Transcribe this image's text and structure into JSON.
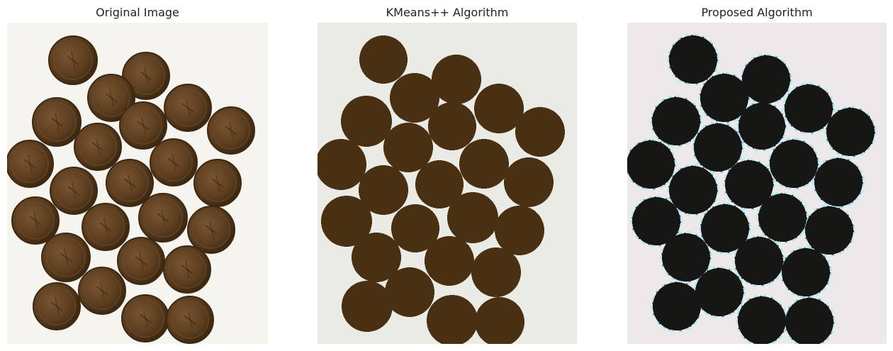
{
  "panels": [
    {
      "title": "Original Image",
      "background": "#f6f4ef",
      "coin_color": "#5a3c1e",
      "coin_rim": "#3d2812",
      "coin_highlight": "#7a5632"
    },
    {
      "title": "KMeans++ Algorithm",
      "background": "#ebebe6",
      "coin_color": "#4a3012"
    },
    {
      "title": "Proposed Algorithm",
      "background": "#ede8ea",
      "coin_color": "#161614",
      "edge_colors": [
        "#8ff2f2",
        "#7a1530",
        "#5a2aa0"
      ]
    }
  ]
}
